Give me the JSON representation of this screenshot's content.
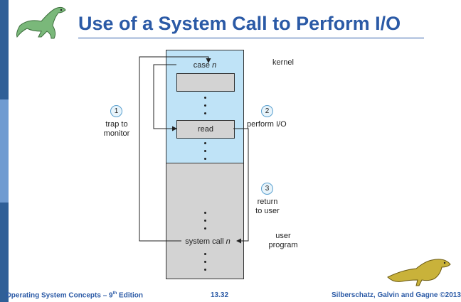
{
  "title": "Use of a System Call to Perform I/O",
  "kernel_label": "kernel",
  "user_program_label": [
    "user",
    "program"
  ],
  "boxes": {
    "case_n": "case",
    "case_n_var": "n",
    "read": "read",
    "system_call": "system call",
    "system_call_var": "n"
  },
  "steps": [
    {
      "number": "1",
      "label": [
        "trap to",
        "monitor"
      ]
    },
    {
      "number": "2",
      "label": [
        "perform I/O"
      ]
    },
    {
      "number": "3",
      "label": [
        "return",
        "to user"
      ]
    }
  ],
  "footer": {
    "left": "perating System Concepts – 9",
    "left_initial": "O",
    "left_sup": "th",
    "left_suffix": " Edition",
    "page": "13.32",
    "right": "Silberschatz, Galvin and Gagne ©2013"
  },
  "colors": {
    "title": "#2b5aa6",
    "kernel_region": "#bfe3f7",
    "user_region": "#d3d3d3",
    "left_bar": "#2f5f97"
  }
}
